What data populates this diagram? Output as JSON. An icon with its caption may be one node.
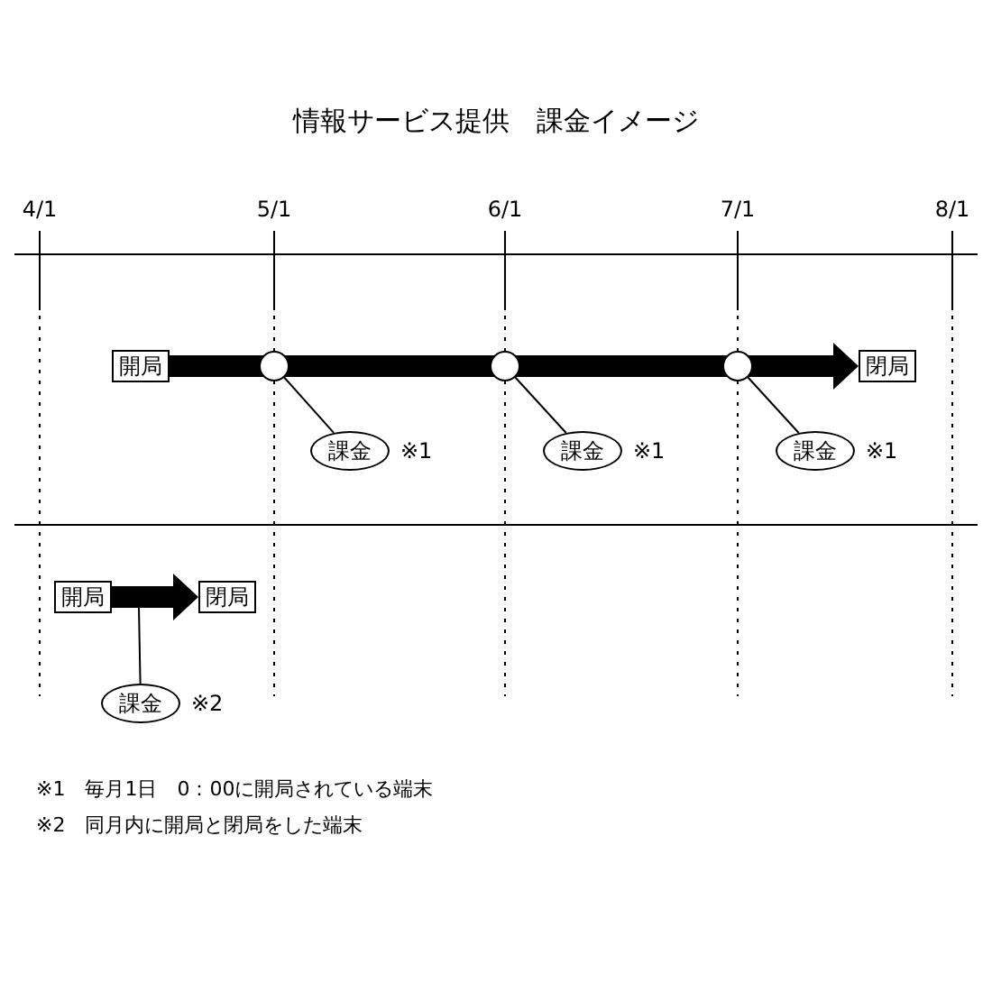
{
  "diagram": {
    "title": "情報サービス提供　課金イメージ",
    "nodes": [
      {
        "text": [
          "開局"
        ]
      },
      {
        "text": [
          "閉局"
        ]
      },
      {
        "text": [
          "課金"
        ],
        "beside": [
          "※1"
        ]
      },
      {
        "text": [
          "課金"
        ],
        "beside": [
          "※1"
        ]
      },
      {
        "text": [
          "課金"
        ],
        "beside": [
          "※1"
        ]
      },
      {
        "text": [
          "開局"
        ]
      },
      {
        "text": [
          "閉局"
        ]
      },
      {
        "text": [
          "課金"
        ],
        "beside": [
          "※2"
        ]
      }
    ],
    "edges": [
      {
        "from": 0,
        "to": 1,
        "arrow": "to",
        "style": "thick"
      },
      {
        "from": 2,
        "to": null,
        "arrow": "other"
      },
      {
        "from": 3,
        "to": null,
        "arrow": "other"
      },
      {
        "from": 4,
        "to": null,
        "arrow": "other"
      },
      {
        "from": 5,
        "to": 6,
        "arrow": "to",
        "style": "thick"
      },
      {
        "from": 7,
        "to": null,
        "arrow": "none"
      }
    ],
    "labels": [
      "4/1",
      "5/1",
      "6/1",
      "7/1",
      "8/1",
      "※1　毎月1日　0：00に開局されている端末",
      "※2　同月内に開局と閉局をした端末"
    ]
  }
}
